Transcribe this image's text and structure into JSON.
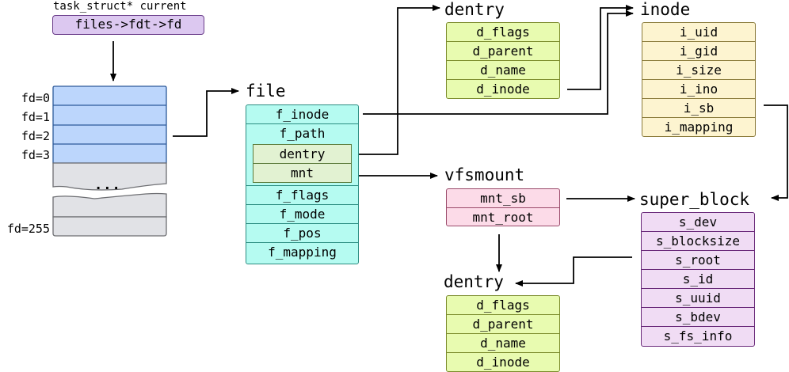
{
  "task": {
    "label": "task_struct* current",
    "expr": "files->fdt->fd"
  },
  "fd_table": {
    "labels": [
      "fd=0",
      "fd=1",
      "fd=2",
      "fd=3"
    ],
    "ellipsis": "...",
    "last_label": "fd=255"
  },
  "file": {
    "title": "file",
    "f_inode": "f_inode",
    "f_path": "f_path",
    "dentry": "dentry",
    "mnt": "mnt",
    "f_flags": "f_flags",
    "f_mode": "f_mode",
    "f_pos": "f_pos",
    "f_mapping": "f_mapping"
  },
  "dentry_top": {
    "title": "dentry",
    "fields": [
      "d_flags",
      "d_parent",
      "d_name",
      "d_inode"
    ]
  },
  "inode": {
    "title": "inode",
    "fields": [
      "i_uid",
      "i_gid",
      "i_size",
      "i_ino",
      "i_sb",
      "i_mapping"
    ]
  },
  "vfsmount": {
    "title": "vfsmount",
    "fields": [
      "mnt_sb",
      "mnt_root"
    ]
  },
  "super_block": {
    "title": "super_block",
    "fields": [
      "s_dev",
      "s_blocksize",
      "s_root",
      "s_id",
      "s_uuid",
      "s_bdev",
      "s_fs_info"
    ]
  },
  "dentry_bottom": {
    "title": "dentry",
    "fields": [
      "d_flags",
      "d_parent",
      "d_name",
      "d_inode"
    ]
  },
  "colors": {
    "purple_fill": "#dcc8f0",
    "purple_border": "#6a3d8a",
    "blue_fill": "#bcd6fc",
    "blue_border": "#2d5a9a",
    "gray_fill": "#e1e2e6",
    "gray_border": "#6d6e72",
    "cyan_fill": "#b5fbf1",
    "cyan_border": "#2a8c80",
    "green_fill": "#e2f2d2",
    "green_border": "#5a7a3a",
    "yellow_green_fill": "#e8fbb0",
    "yellow_green_border": "#7a8a2a",
    "yellow_fill": "#fdf4d0",
    "yellow_border": "#8a7a3a",
    "pink_fill": "#fcdbe8",
    "pink_border": "#9a4a6a",
    "lavender_fill": "#f0dcf4",
    "lavender_border": "#6a2a7a"
  }
}
